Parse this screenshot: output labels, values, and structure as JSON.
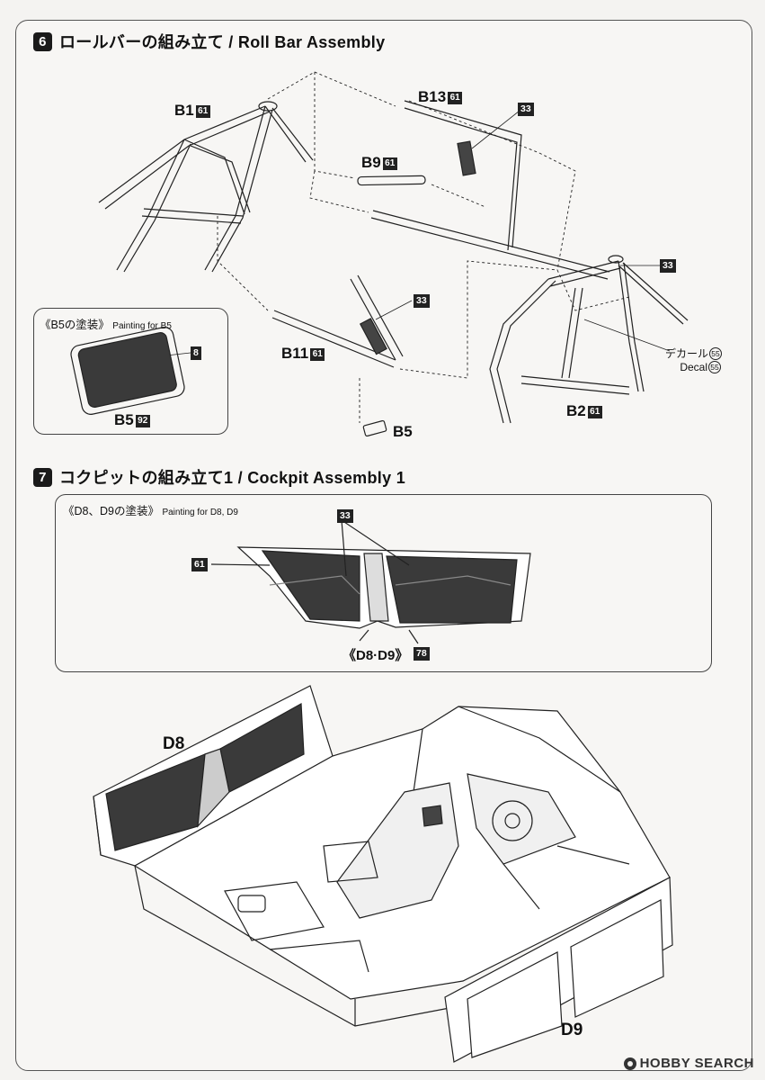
{
  "step6": {
    "number": "6",
    "title": "ロールバーの組み立て / Roll Bar Assembly"
  },
  "step7": {
    "number": "7",
    "title": "コクピットの組み立て1 / Cockpit Assembly 1"
  },
  "parts": {
    "b1": {
      "label": "B1",
      "code": "61"
    },
    "b13": {
      "label": "B13",
      "code": "61"
    },
    "b9": {
      "label": "B9",
      "code": "61"
    },
    "b11": {
      "label": "B11",
      "code": "61"
    },
    "b2": {
      "label": "B2",
      "code": "61"
    },
    "b5": {
      "label": "B5"
    },
    "d8": {
      "label": "D8"
    },
    "d9": {
      "label": "D9"
    }
  },
  "color_codes": {
    "c33_a": "33",
    "c33_b": "33",
    "c33_c": "33",
    "c33_d": "33",
    "c8": "8",
    "c61": "61",
    "c78": "78"
  },
  "decal": {
    "jp": "デカール",
    "en": "Decal",
    "num": "55"
  },
  "b5_panel": {
    "title": "《B5の塗装》",
    "subtitle": "Painting for B5",
    "part": "B5",
    "code": "92"
  },
  "d8d9_panel": {
    "title": "《D8、D9の塗装》",
    "subtitle": "Painting for D8, D9",
    "part_label": "《D8·D9》"
  },
  "watermark": {
    "text": "HOBBY SEARCH"
  },
  "colors": {
    "ink": "#111111",
    "paint_dark": "#3a3a3a",
    "paint_mid": "#555555",
    "border": "#444444"
  }
}
